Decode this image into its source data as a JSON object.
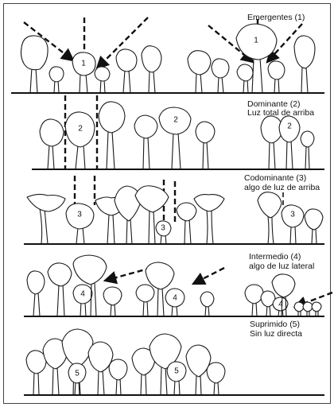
{
  "strata": [
    {
      "title": "Emergentes (1)",
      "subtitle": "",
      "number": "1"
    },
    {
      "title": "Dominante (2)",
      "subtitle": "Luz total de arriba",
      "number": "2"
    },
    {
      "title": "Codominante (3)",
      "subtitle": "algo de luz de arriba",
      "number": "3"
    },
    {
      "title": "Intermedio (4)",
      "subtitle": "algo de luz lateral",
      "number": "4"
    },
    {
      "title": "Suprimido (5)",
      "subtitle": "Sin luz directa",
      "number": "5"
    }
  ],
  "colors": {
    "ink": "#111111",
    "background": "#ffffff"
  }
}
